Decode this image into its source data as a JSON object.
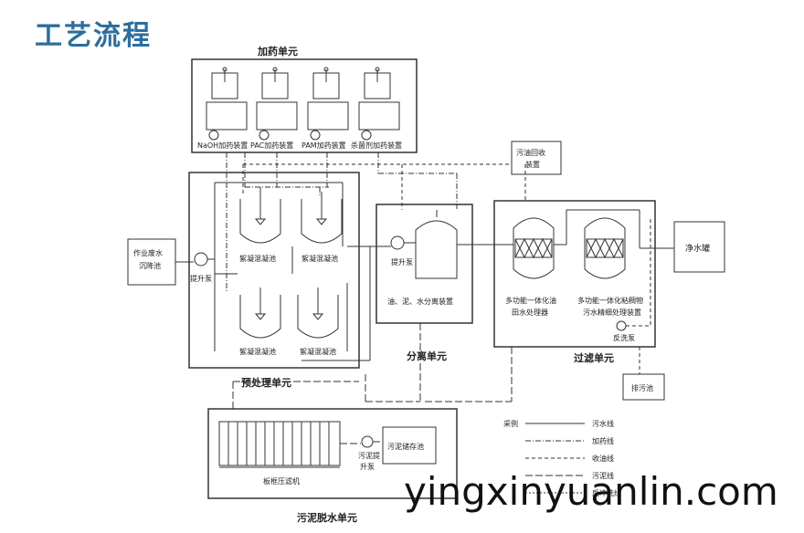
{
  "page_title": "工艺流程",
  "units": {
    "dosing": "加药单元",
    "pretreatment": "预处理单元",
    "separation": "分离单元",
    "filtration": "过滤单元",
    "sludge": "污泥脱水单元"
  },
  "dosing_devices": [
    "NaOH加药装置",
    "PAC加药装置",
    "PAM加药装置",
    "杀菌剂加药装置"
  ],
  "equipment": {
    "wastewater_tank": [
      "作业废水",
      "沉降池"
    ],
    "lift_pump_1": "提升泵",
    "tank_1": "絮凝混凝池",
    "tank_2": "絮凝混凝池",
    "tank_3": "絮凝混凝池",
    "tank_4": "絮凝混凝池",
    "lift_pump_2": "提升泵",
    "separator": "油、泥、水分离装置",
    "filter_1": [
      "多功能一体化油",
      "田水处理器"
    ],
    "filter_2": [
      "多功能一体化粘稠物",
      "污水精细处理装置"
    ],
    "backwash_pump": "反洗泵",
    "clean_water_tank": "净水罐",
    "oil_recovery": [
      "污油回收",
      "装置"
    ],
    "drain_pool": "排污池",
    "sludge_lift_pump": [
      "污泥提",
      "升泵"
    ],
    "sludge_storage": "污泥储存池",
    "filter_press": "板框压滤机"
  },
  "legend": {
    "title": "采例",
    "items": [
      "污水线",
      "加药线",
      "收油线",
      "污泥线",
      "反冲洗线"
    ]
  },
  "watermark": "yingxinyuanlin.com"
}
